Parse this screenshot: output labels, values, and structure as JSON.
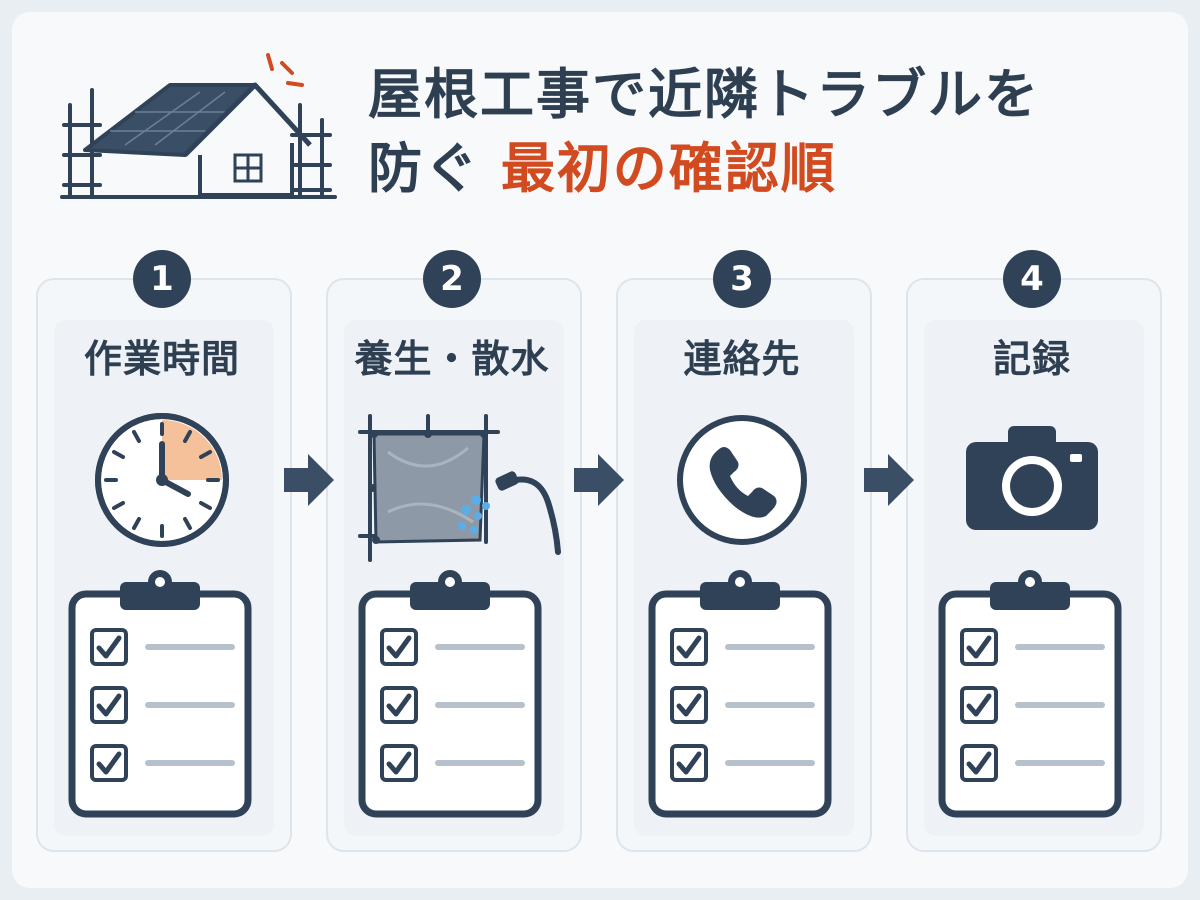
{
  "title": {
    "line1": "屋根工事で近隣トラブルを",
    "line2_prefix": "防ぐ ",
    "line2_accent": "最初の確認順"
  },
  "colors": {
    "accent": "#d24a1f",
    "navy": "#2f4257",
    "panel": "#eef2f6",
    "clock_highlight": "#f4c19b",
    "water": "#5aaee8"
  },
  "steps": [
    {
      "number": "1",
      "label": "作業時間",
      "icon": "clock-icon"
    },
    {
      "number": "2",
      "label": "養生・散水",
      "icon": "tarp-hose-icon"
    },
    {
      "number": "3",
      "label": "連絡先",
      "icon": "phone-icon"
    },
    {
      "number": "4",
      "label": "記録",
      "icon": "camera-icon"
    }
  ]
}
